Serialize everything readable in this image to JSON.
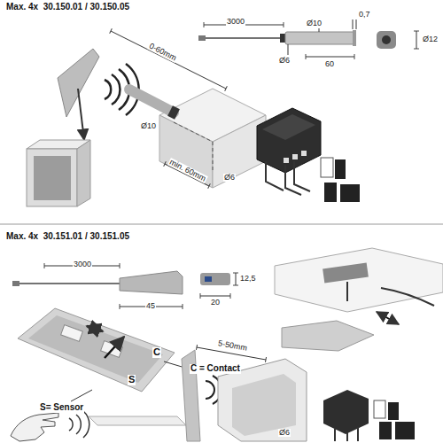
{
  "diagram": {
    "title": "Max. 4x  30.150.01 / 30.150.05",
    "labels": [
      "3000",
      "0,7",
      "Ø10",
      "Ø12",
      "Ø6",
      "60",
      "0-60mm",
      "Ø10",
      "min. 60mm",
      "Ø6",
      "Max. 4x  30.151.01 / 30.151.05",
      "3000",
      "12,5",
      "45",
      "20",
      "C = Contact",
      "S= Sensor",
      "C",
      "S",
      "5-50mm",
      "Ø6"
    ]
  }
}
